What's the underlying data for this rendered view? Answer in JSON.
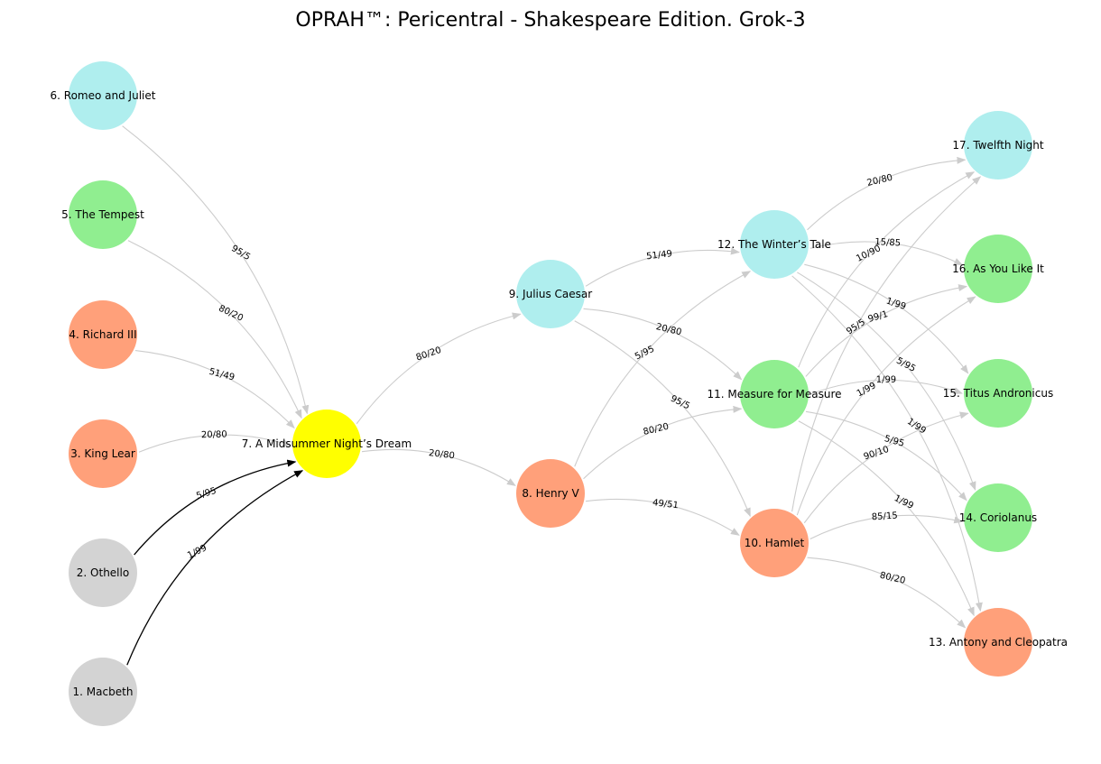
{
  "title": "OPRAH™: Pericentral - Shakespeare Edition. Grok-3",
  "colors": {
    "gray": "#d3d3d3",
    "salmon": "#ffa07a",
    "green": "#90ee90",
    "cyan": "#afeeee",
    "yellow": "#ffff00",
    "edge_light": "#cccccc",
    "edge_dark": "#000000"
  },
  "nodes": [
    {
      "id": 1,
      "label": "1. Macbeth",
      "color": "gray"
    },
    {
      "id": 2,
      "label": "2. Othello",
      "color": "gray"
    },
    {
      "id": 3,
      "label": "3. King Lear",
      "color": "salmon"
    },
    {
      "id": 4,
      "label": "4. Richard III",
      "color": "salmon"
    },
    {
      "id": 5,
      "label": "5. The Tempest",
      "color": "green"
    },
    {
      "id": 6,
      "label": "6. Romeo and Juliet",
      "color": "cyan"
    },
    {
      "id": 7,
      "label": "7. A Midsummer Night’s Dream",
      "color": "yellow"
    },
    {
      "id": 8,
      "label": "8. Henry V",
      "color": "salmon"
    },
    {
      "id": 9,
      "label": "9. Julius Caesar",
      "color": "cyan"
    },
    {
      "id": 10,
      "label": "10. Hamlet",
      "color": "salmon"
    },
    {
      "id": 11,
      "label": "11. Measure for Measure",
      "color": "green"
    },
    {
      "id": 12,
      "label": "12. The Winter’s Tale",
      "color": "cyan"
    },
    {
      "id": 13,
      "label": "13. Antony and Cleopatra",
      "color": "salmon"
    },
    {
      "id": 14,
      "label": "14. Coriolanus",
      "color": "green"
    },
    {
      "id": 15,
      "label": "15. Titus Andronicus",
      "color": "green"
    },
    {
      "id": 16,
      "label": "16. As You Like It",
      "color": "green"
    },
    {
      "id": 17,
      "label": "17. Twelfth Night",
      "color": "cyan"
    }
  ],
  "edges": [
    {
      "from": 1,
      "to": 7,
      "label": "1/99",
      "style": "dark"
    },
    {
      "from": 2,
      "to": 7,
      "label": "5/95",
      "style": "dark"
    },
    {
      "from": 3,
      "to": 7,
      "label": "20/80",
      "style": "light"
    },
    {
      "from": 4,
      "to": 7,
      "label": "51/49",
      "style": "light"
    },
    {
      "from": 5,
      "to": 7,
      "label": "80/20",
      "style": "light"
    },
    {
      "from": 6,
      "to": 7,
      "label": "95/5",
      "style": "light"
    },
    {
      "from": 7,
      "to": 8,
      "label": "20/80",
      "style": "light"
    },
    {
      "from": 7,
      "to": 9,
      "label": "80/20",
      "style": "light"
    },
    {
      "from": 8,
      "to": 10,
      "label": "49/51",
      "style": "light"
    },
    {
      "from": 8,
      "to": 11,
      "label": "80/20",
      "style": "light"
    },
    {
      "from": 8,
      "to": 12,
      "label": "5/95",
      "style": "light"
    },
    {
      "from": 9,
      "to": 10,
      "label": "95/5",
      "style": "light"
    },
    {
      "from": 9,
      "to": 11,
      "label": "20/80",
      "style": "light"
    },
    {
      "from": 9,
      "to": 12,
      "label": "51/49",
      "style": "light"
    },
    {
      "from": 10,
      "to": 13,
      "label": "80/20",
      "style": "light"
    },
    {
      "from": 10,
      "to": 14,
      "label": "85/15",
      "style": "light"
    },
    {
      "from": 10,
      "to": 15,
      "label": "90/10",
      "style": "light"
    },
    {
      "from": 10,
      "to": 16,
      "label": "1/99",
      "style": "light"
    },
    {
      "from": 10,
      "to": 17,
      "label": "95/5",
      "style": "light"
    },
    {
      "from": 11,
      "to": 13,
      "label": "1/99",
      "style": "light"
    },
    {
      "from": 11,
      "to": 14,
      "label": "5/95",
      "style": "light"
    },
    {
      "from": 11,
      "to": 15,
      "label": "1/99",
      "style": "light"
    },
    {
      "from": 11,
      "to": 16,
      "label": "99/1",
      "style": "light"
    },
    {
      "from": 11,
      "to": 17,
      "label": "10/90",
      "style": "light"
    },
    {
      "from": 12,
      "to": 13,
      "label": "1/99",
      "style": "light"
    },
    {
      "from": 12,
      "to": 14,
      "label": "5/95",
      "style": "light"
    },
    {
      "from": 12,
      "to": 15,
      "label": "1/99",
      "style": "light"
    },
    {
      "from": 12,
      "to": 16,
      "label": "15/85",
      "style": "light"
    },
    {
      "from": 12,
      "to": 17,
      "label": "20/80",
      "style": "light"
    }
  ]
}
